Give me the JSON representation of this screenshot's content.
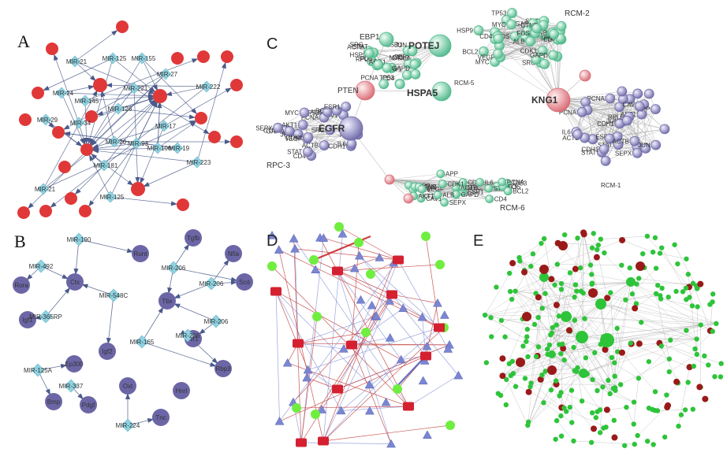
{
  "panels": {
    "a": {
      "letter": "A",
      "labels": [
        "MIR-21",
        "MIR-125",
        "MIR-155",
        "MIR-27",
        "MIR-24",
        "MIR-221",
        "MIR-222",
        "MIR-145",
        "MIR-126",
        "MIR-29",
        "MIR-34",
        "MIR-17",
        "MIR-20",
        "MIR-93",
        "MIR-106",
        "MIR-19",
        "MIR-181",
        "MIR-223"
      ]
    },
    "b": {
      "letter": "B",
      "mirnas": [
        "MIR-190",
        "MIR-492",
        "MIR-548C",
        "MIR-365RP",
        "MIR-206",
        "MIR-206",
        "MIR-206",
        "MIR-206",
        "MIR-125A",
        "MIR-337",
        "MIR-224",
        "MIR-165"
      ],
      "genes": [
        "Runt",
        "Tgfb",
        "Nfia",
        "Rora",
        "Ctx",
        "Igf1",
        "Scd",
        "Tbx",
        "Igf2",
        "Nr1",
        "Rbp3",
        "Ep300",
        "Bmp",
        "Pdgf",
        "Oxt",
        "Hnrl",
        "Tnc"
      ]
    },
    "c": {
      "letter": "C",
      "big_labels": [
        "POTEJ",
        "HSPA5",
        "EGFR",
        "KNG1"
      ],
      "medium_labels": [
        "PTEN",
        "EBP1"
      ],
      "cluster_labels": [
        "RPC-3",
        "RCM-2",
        "RCM-5",
        "RCM-6",
        "RCM-1"
      ],
      "small_labels": [
        "SEPX",
        "CDK1",
        "ESR1",
        "HSP9",
        "RPL5",
        "TP53",
        "CAV1",
        "SRC",
        "APP",
        "CD4",
        "STAT",
        "FOS",
        "PCNA",
        "MYC",
        "ACTB",
        "CTNB",
        "JUN",
        "GAPD",
        "CDH1",
        "BCL2",
        "AKT1",
        "ALB",
        "IL6",
        "VEGF"
      ]
    },
    "d": {
      "letter": "D"
    },
    "e": {
      "letter": "E"
    }
  },
  "colors": {
    "red_node": "#e03838",
    "teal_diamond": "#8fd3e2",
    "purple_node": "#6c66a6",
    "green_node": "#78d878",
    "pink_node": "#e89090",
    "lavender_node": "#9a96c6",
    "mint_node": "#96dcb8",
    "blue_triangle": "#7a86d2",
    "red_square": "#d42030",
    "lime_node": "#70ee40",
    "e_green": "#2ec43a",
    "e_red": "#9a1a1a",
    "edge_blue": "#4a5a8a",
    "edge_gray": "#aaaaaa"
  }
}
